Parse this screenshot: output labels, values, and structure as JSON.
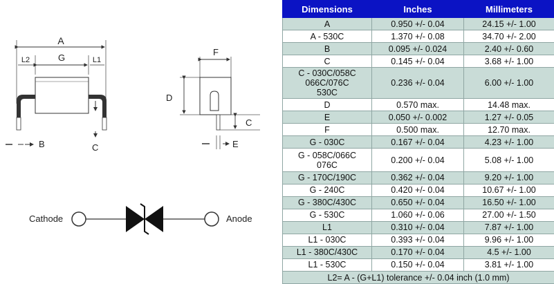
{
  "drawing": {
    "label_a": "A",
    "label_g": "G",
    "label_l2": "L2",
    "label_l1": "L1",
    "label_b": "B",
    "label_c_left": "C",
    "label_f": "F",
    "label_d": "D",
    "label_c_right": "C",
    "label_e": "E",
    "cathode": "Cathode",
    "anode": "Anode"
  },
  "table": {
    "headers": [
      "Dimensions",
      "Inches",
      "Millimeters"
    ],
    "rows": [
      [
        "A",
        "0.950 +/- 0.04",
        "24.15 +/- 1.00"
      ],
      [
        "A - 530C",
        "1.370 +/- 0.08",
        "34.70 +/- 2.00"
      ],
      [
        "B",
        "0.095 +/- 0.024",
        "2.40 +/- 0.60"
      ],
      [
        "C",
        "0.145 +/- 0.04",
        "3.68 +/- 1.00"
      ],
      [
        "C - 030C/058C\n066C/076C\n530C",
        "0.236 +/- 0.04",
        "6.00 +/- 1.00"
      ],
      [
        "D",
        "0.570 max.",
        "14.48 max."
      ],
      [
        "E",
        "0.050 +/- 0.002",
        "1.27 +/- 0.05"
      ],
      [
        "F",
        "0.500 max.",
        "12.70 max."
      ],
      [
        "G - 030C",
        "0.167 +/- 0.04",
        "4.23 +/- 1.00"
      ],
      [
        "G - 058C/066C\n076C",
        "0.200 +/- 0.04",
        "5.08 +/- 1.00"
      ],
      [
        "G - 170C/190C",
        "0.362 +/- 0.04",
        "9.20 +/- 1.00"
      ],
      [
        "G - 240C",
        "0.420 +/- 0.04",
        "10.67 +/- 1.00"
      ],
      [
        "G - 380C/430C",
        "0.650 +/- 0.04",
        "16.50 +/- 1.00"
      ],
      [
        "G - 530C",
        "1.060 +/- 0.06",
        "27.00 +/- 1.50"
      ],
      [
        "L1",
        "0.310 +/- 0.04",
        "7.87 +/- 1.00"
      ],
      [
        "L1 - 030C",
        "0.393 +/- 0.04",
        "9.96 +/- 1.00"
      ],
      [
        "L1 - 380C/430C",
        "0.170 +/- 0.04",
        "4.5 +/- 1.00"
      ],
      [
        "L1 - 530C",
        "0.150 +/- 0.04",
        "3.81 +/- 1.00"
      ]
    ],
    "footnote": "L2= A - (G+L1) tolerance +/- 0.04 inch (1.0 mm)"
  }
}
